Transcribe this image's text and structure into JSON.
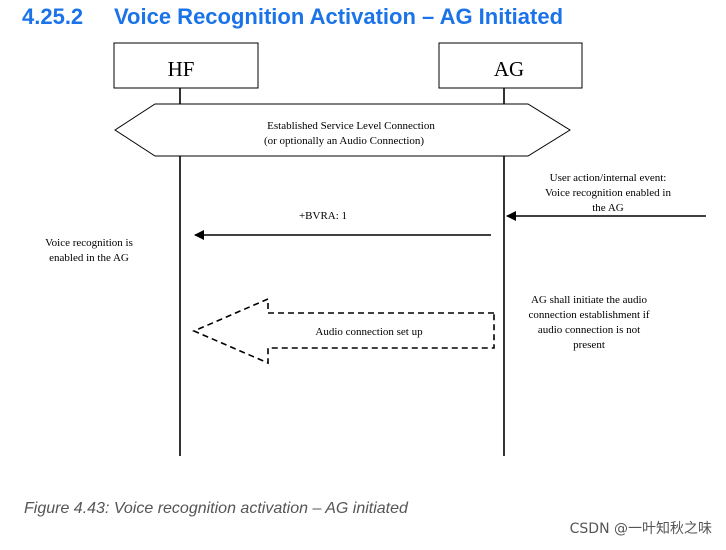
{
  "section": {
    "number": "4.25.2",
    "title": "Voice Recognition Activation – AG Initiated",
    "title_color": "#1a73e8"
  },
  "diagram": {
    "entities": [
      {
        "id": "hf",
        "label": "HF"
      },
      {
        "id": "ag",
        "label": "AG"
      }
    ],
    "slc_banner": {
      "line1": "Established Service Level Connection",
      "line2": "(or optionally an Audio Connection)"
    },
    "user_event": {
      "line1": "User action/internal event:",
      "line2": "Voice recognition enabled in",
      "line3": "the AG"
    },
    "bvra_message": {
      "label": "+BVRA: 1",
      "direction": "AG to HF"
    },
    "hf_note": {
      "line1": "Voice recognition is",
      "line2": "enabled in the AG"
    },
    "audio_message": {
      "label": "Audio connection set up",
      "style": "dashed",
      "direction": "AG to HF"
    },
    "ag_note": {
      "line1": "AG shall initiate the audio",
      "line2": "connection establishment if",
      "line3": "audio connection is not",
      "line4": "present"
    }
  },
  "caption": "Figure 4.43: Voice recognition activation – AG initiated",
  "watermark": "CSDN @一叶知秋之味"
}
